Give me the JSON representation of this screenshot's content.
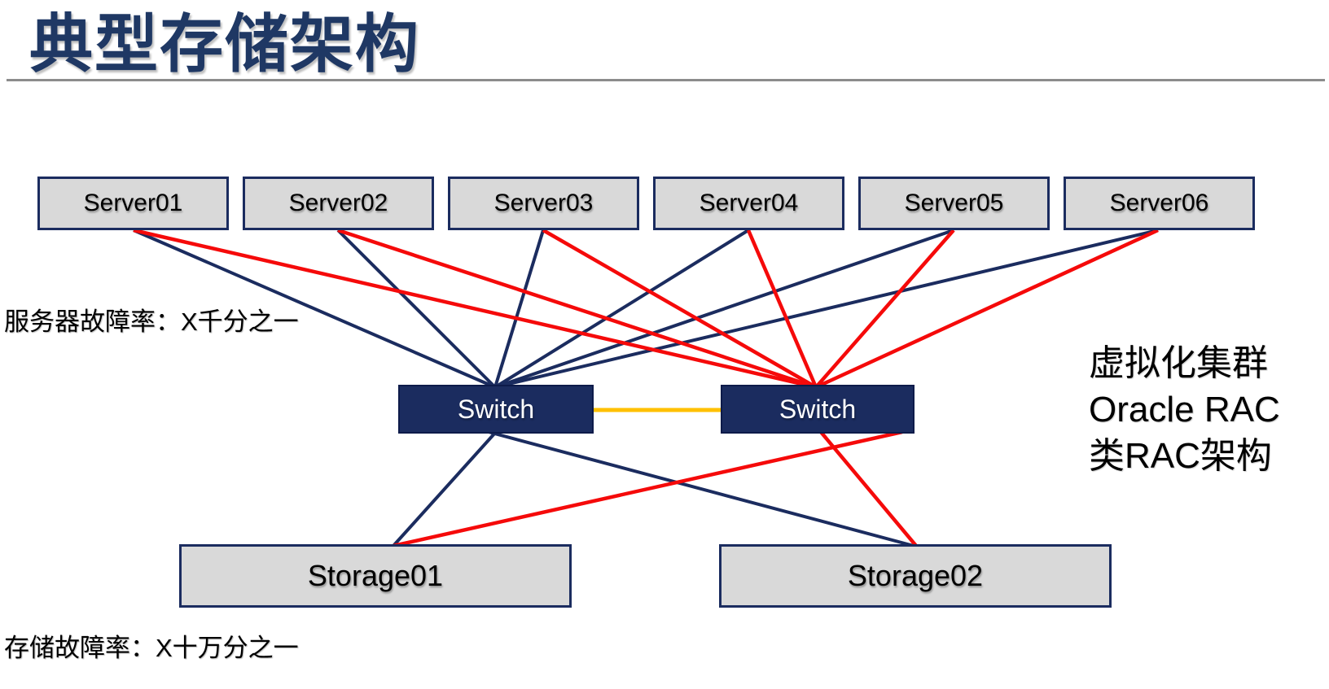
{
  "slide": {
    "title": "典型存储架构",
    "annotations": {
      "server_failure_rate": "服务器故障率：X千分之一",
      "storage_failure_rate": "存储故障率：X十万分之一",
      "cluster_note_lines": [
        "虚拟化集群",
        "Oracle RAC",
        "类RAC架构"
      ]
    }
  },
  "diagram": {
    "nodes": {
      "servers": [
        {
          "id": "server01",
          "label": "Server01"
        },
        {
          "id": "server02",
          "label": "Server02"
        },
        {
          "id": "server03",
          "label": "Server03"
        },
        {
          "id": "server04",
          "label": "Server04"
        },
        {
          "id": "server05",
          "label": "Server05"
        },
        {
          "id": "server06",
          "label": "Server06"
        }
      ],
      "switches": [
        {
          "id": "switch-a",
          "label": "Switch"
        },
        {
          "id": "switch-b",
          "label": "Switch"
        }
      ],
      "storages": [
        {
          "id": "storage01",
          "label": "Storage01"
        },
        {
          "id": "storage02",
          "label": "Storage02"
        }
      ]
    },
    "connections": [
      {
        "from": "server01",
        "to": "switch-a",
        "color": "navy"
      },
      {
        "from": "server02",
        "to": "switch-a",
        "color": "navy"
      },
      {
        "from": "server03",
        "to": "switch-a",
        "color": "navy"
      },
      {
        "from": "server04",
        "to": "switch-a",
        "color": "navy"
      },
      {
        "from": "server05",
        "to": "switch-a",
        "color": "navy"
      },
      {
        "from": "server06",
        "to": "switch-a",
        "color": "navy"
      },
      {
        "from": "server01",
        "to": "switch-b",
        "color": "red"
      },
      {
        "from": "server02",
        "to": "switch-b",
        "color": "red"
      },
      {
        "from": "server03",
        "to": "switch-b",
        "color": "red"
      },
      {
        "from": "server04",
        "to": "switch-b",
        "color": "red"
      },
      {
        "from": "server05",
        "to": "switch-b",
        "color": "red"
      },
      {
        "from": "server06",
        "to": "switch-b",
        "color": "red"
      },
      {
        "from": "switch-a",
        "to": "switch-b",
        "color": "orange"
      },
      {
        "from": "switch-a",
        "to": "storage01",
        "color": "navy"
      },
      {
        "from": "switch-a",
        "to": "storage02",
        "color": "navy"
      },
      {
        "from": "switch-b",
        "to": "storage01",
        "color": "red"
      },
      {
        "from": "switch-b",
        "to": "storage02",
        "color": "red"
      }
    ]
  },
  "colors": {
    "navy": "#1B2C5F",
    "red": "#F50A0A",
    "orange": "#FFC000",
    "title_navy": "#1F3864",
    "box_fill": "#D9D9D9",
    "divider_gray": "#8C8C8C",
    "text_black": "#000000",
    "switch_text": "#FFFFFF"
  }
}
